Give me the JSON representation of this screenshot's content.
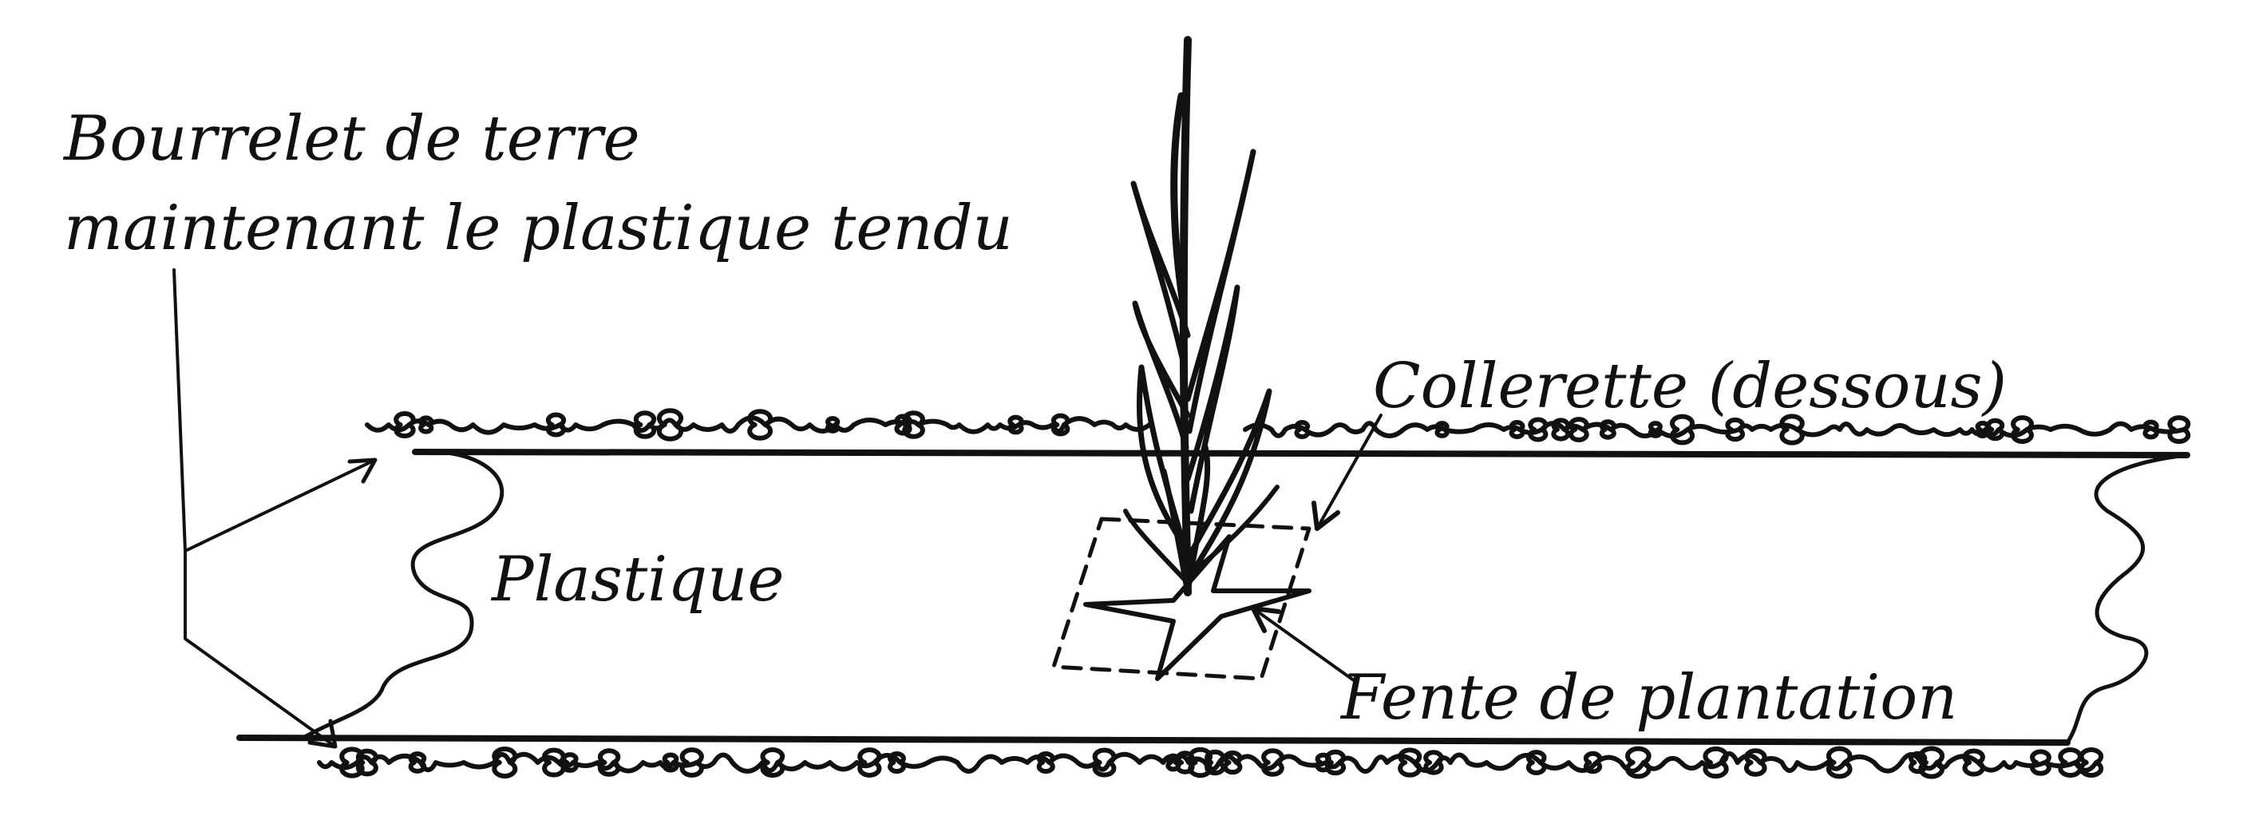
{
  "labels": {
    "bourrelet_line1": "Bourrelet de terre",
    "bourrelet_line2": "maintenant le plastique tendu",
    "plastique": "Plastique",
    "collerette": "Collerette (dessous)",
    "fente": "Fente de plantation"
  },
  "colors": {
    "ink": "#111111",
    "paper": "#ffffff"
  }
}
